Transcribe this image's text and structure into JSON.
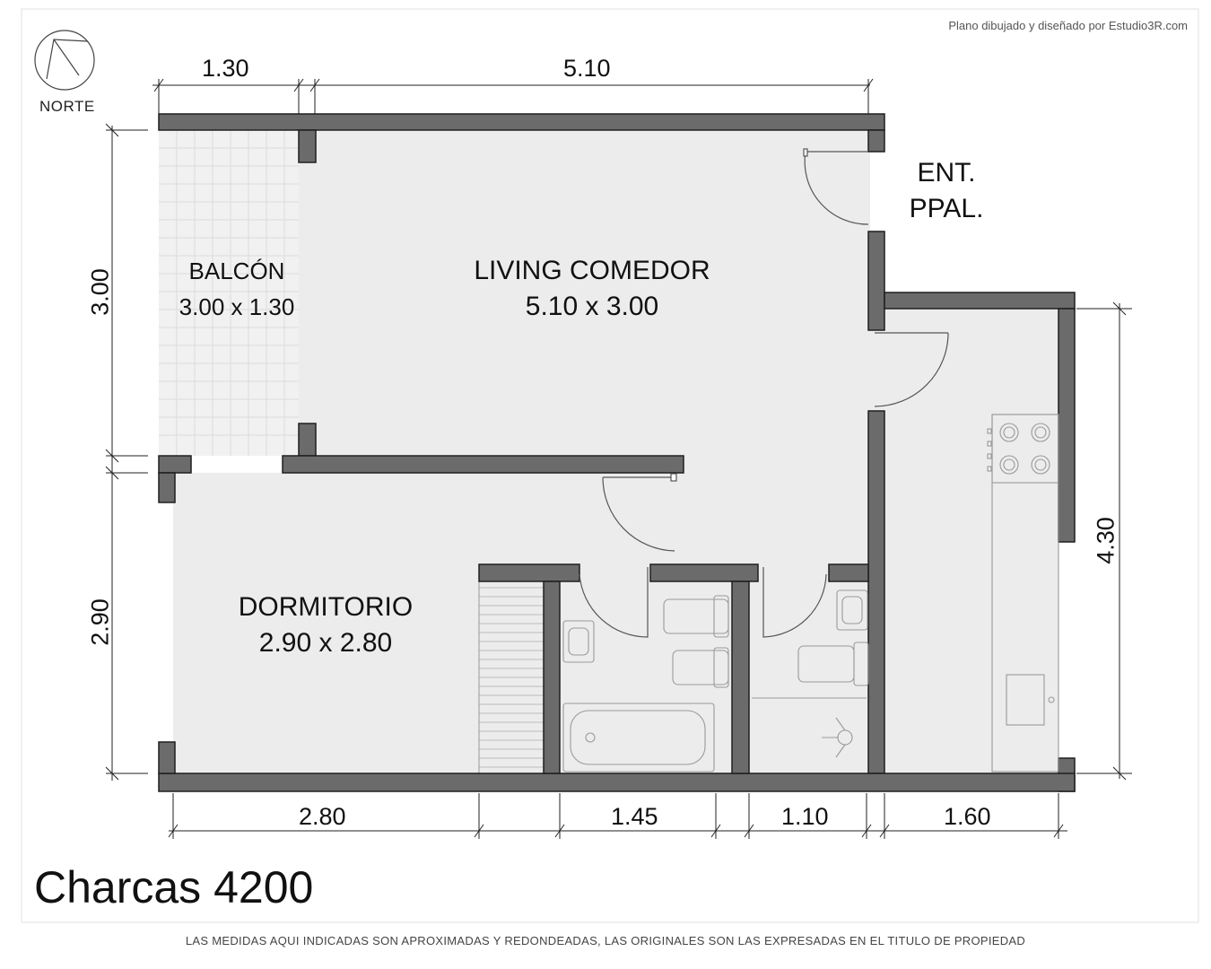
{
  "credit": "Plano dibujado y diseñado por Estudio3R.com",
  "north": {
    "label": "NORTE"
  },
  "title": "Charcas 4200",
  "disclaimer": "LAS MEDIDAS AQUI INDICADAS SON APROXIMADAS Y REDONDEADAS, LAS ORIGINALES SON LAS EXPRESADAS EN EL TITULO DE PROPIEDAD",
  "rooms": {
    "balcony": {
      "name": "BALCÓN",
      "size": "3.00 x 1.30"
    },
    "living": {
      "name": "LIVING COMEDOR",
      "size": "5.10 x 3.00"
    },
    "entrance": {
      "line1": "ENT.",
      "line2": "PPAL."
    },
    "bedroom": {
      "name": "DORMITORIO",
      "size": "2.90 x 2.80"
    }
  },
  "dimensions": {
    "top_balcony": "1.30",
    "top_living": "5.10",
    "left_upper": "3.00",
    "left_lower": "2.90",
    "right": "4.30",
    "bottom_bedroom": "2.80",
    "bottom_bath1": "1.45",
    "bottom_bath2": "1.10",
    "bottom_kitchen": "1.60"
  },
  "colors": {
    "wall": "#6b6b6b",
    "wall_outline": "#1f1f1f",
    "floor": "#ececec",
    "fixture": "#9a9a9a"
  }
}
